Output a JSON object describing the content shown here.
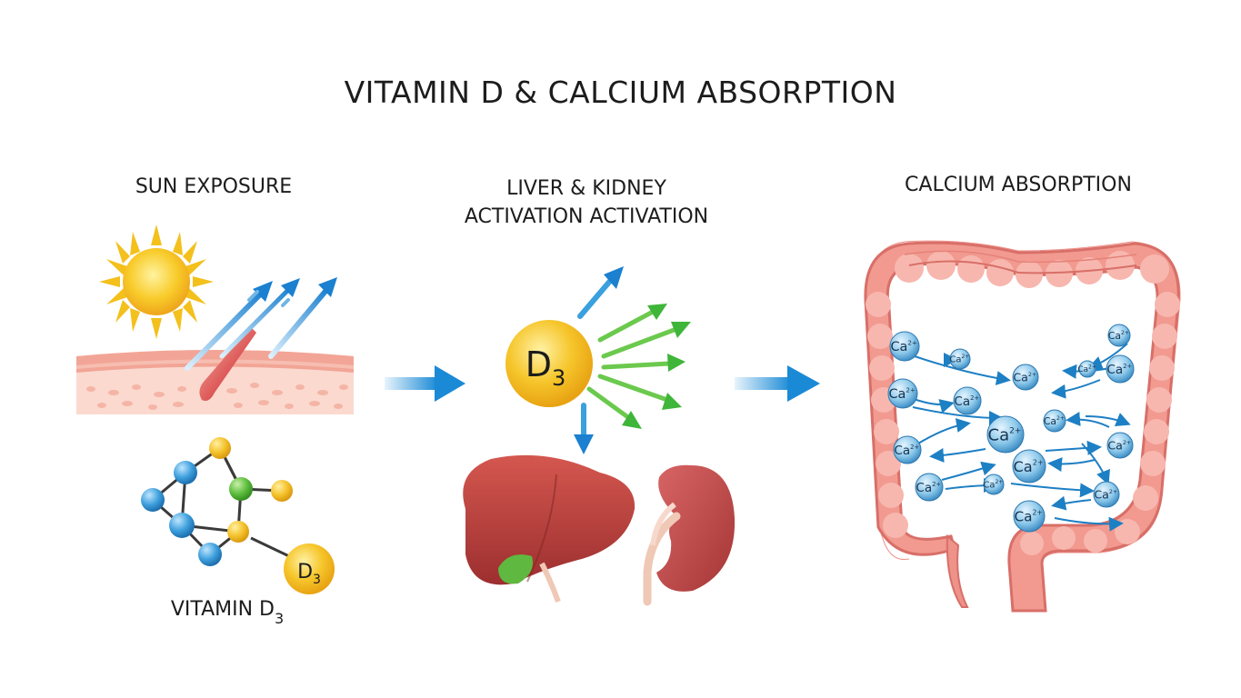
{
  "title": "VITAMIN D & CALCIUM ABSORPTION",
  "stages": {
    "sun_exposure": "SUN EXPOSURE",
    "liver_kidney_line1": "LIVER & KIDNEY",
    "liver_kidney_line2": "ACTIVATION ACTIVATION",
    "calcium_absorption": "CALCIUM ABSORPTION"
  },
  "vitamin_label": {
    "main": "VITAMIN D",
    "subscript": "3"
  },
  "molecule": {
    "main": "D",
    "subscript": "3"
  },
  "ions": {
    "text": "Ca",
    "charge": "2+"
  },
  "colors": {
    "sun": "#f6c21c",
    "skin": "#f2b3a4",
    "uv_arrow": "#1f8fd6",
    "green_arrow": "#3fb53a",
    "liver": "#b93a3a",
    "kidney": "#c24848",
    "intestine": "#ef8f86",
    "ion": "#6bb6e0"
  },
  "icons": [
    "sun-icon",
    "skin-layer-icon",
    "molecule-icon",
    "d3-sphere-icon",
    "liver-icon",
    "kidney-icon",
    "intestine-icon"
  ]
}
